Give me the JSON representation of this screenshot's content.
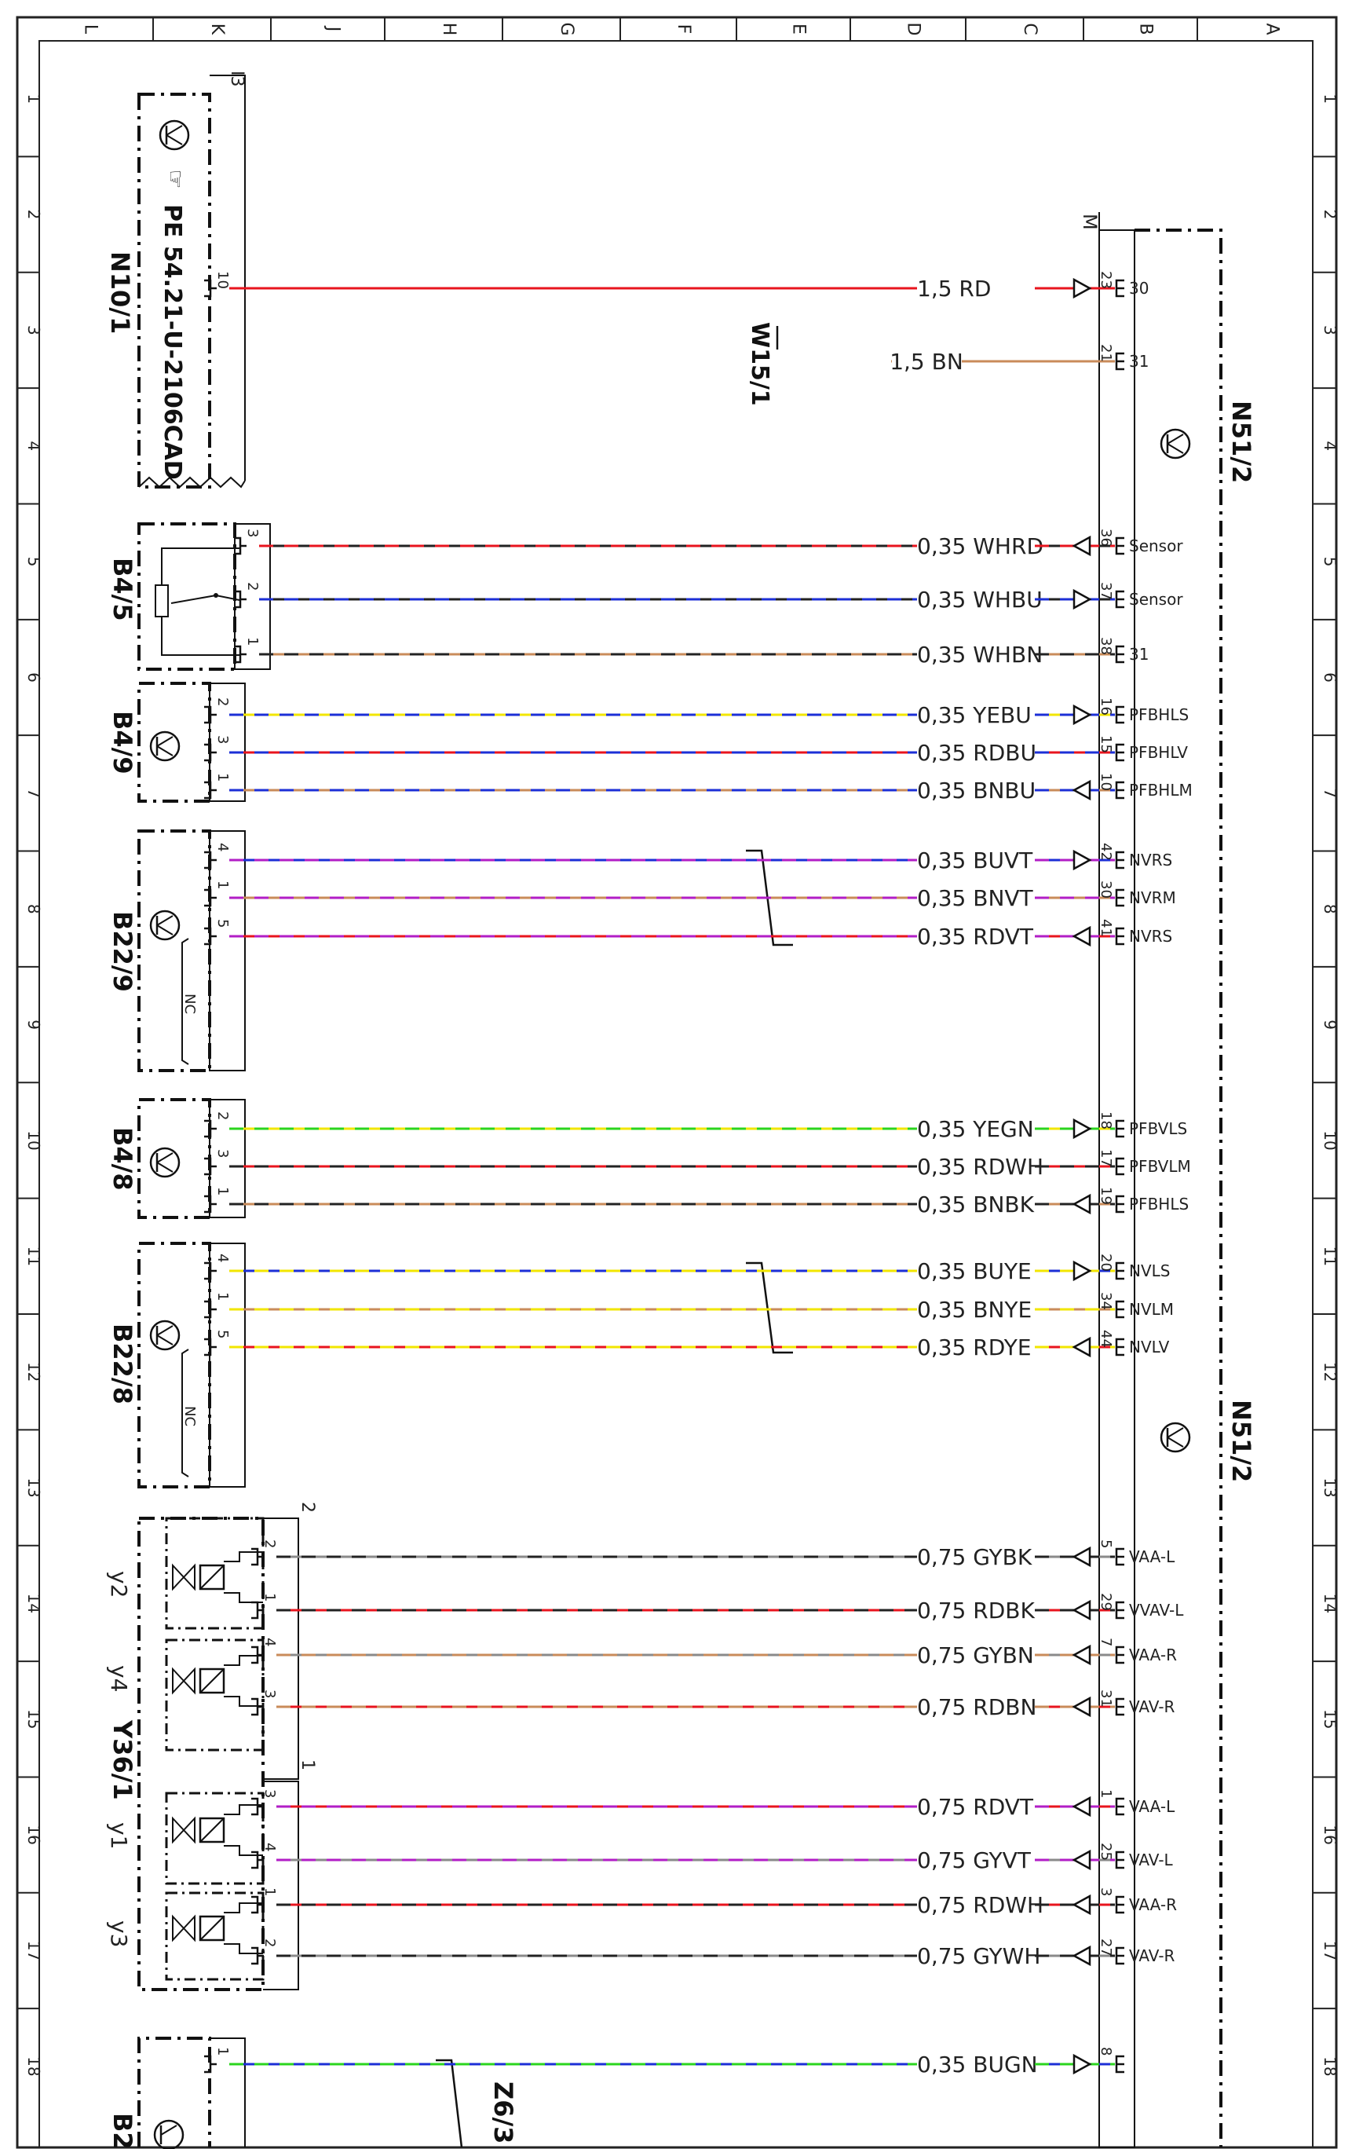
{
  "grid": {
    "cols": [
      "L",
      "K",
      "J",
      "H",
      "G",
      "F",
      "E",
      "D",
      "C",
      "B",
      "A"
    ],
    "rows": [
      "1",
      "2",
      "3",
      "4",
      "5",
      "6",
      "7",
      "8",
      "9",
      "10",
      "11",
      "12",
      "13",
      "14",
      "15",
      "16",
      "17",
      "18"
    ]
  },
  "components": {
    "n10": {
      "name": "N10/1",
      "ref": "PE 54.21-U-2106CAD",
      "connector": "I3",
      "pin": "10"
    },
    "w15": {
      "name": "W15/1"
    },
    "b45": {
      "name": "B4/5"
    },
    "b49": {
      "name": "B4/9"
    },
    "b229": {
      "name": "B22/9",
      "nc": "NC"
    },
    "b48": {
      "name": "B4/8"
    },
    "b228": {
      "name": "B22/8",
      "nc": "NC"
    },
    "y36": {
      "name": "Y36/1",
      "conn2": "2",
      "conn1": "1",
      "y2": "y2",
      "y4": "y4",
      "y1": "y1",
      "y3": "y3"
    },
    "z63": {
      "name": "Z6/3"
    },
    "b2x": {
      "name": "B2"
    },
    "n51a": {
      "name": "N51/2",
      "connector": "M"
    },
    "n51b": {
      "name": "N51/2"
    }
  },
  "wires": [
    {
      "id": "w1",
      "label": "1,5 RD",
      "pin_n": "23",
      "sig": "30",
      "pin_c": "10",
      "colors": [
        "#e8141e"
      ],
      "dir": "out"
    },
    {
      "id": "w2",
      "label": "1,5 BN",
      "pin_n": "21",
      "sig": "31",
      "pin_c": "",
      "colors": [
        "#c98b5a"
      ],
      "dir": "none"
    },
    {
      "id": "w3",
      "label": "0,35 WHRD",
      "pin_n": "36",
      "sig": "Sensor",
      "pin_c": "3",
      "colors": [
        "#222222",
        "#e8141e"
      ],
      "dir": "in"
    },
    {
      "id": "w4",
      "label": "0,35 WHBU",
      "pin_n": "37",
      "sig": "Sensor",
      "pin_c": "2",
      "colors": [
        "#222222",
        "#1c2fd6"
      ],
      "dir": "out"
    },
    {
      "id": "w5",
      "label": "0,35 WHBN",
      "pin_n": "38",
      "sig": "31",
      "pin_c": "1",
      "colors": [
        "#c98b5a",
        "#222222"
      ],
      "dir": "none"
    },
    {
      "id": "w6",
      "label": "0,35 YEBU",
      "pin_n": "16",
      "sig": "PFBHLS",
      "pin_c": "2",
      "colors": [
        "#f2e600",
        "#1c2fd6"
      ],
      "dir": "out"
    },
    {
      "id": "w7",
      "label": "0,35 RDBU",
      "pin_n": "15",
      "sig": "PFBHLV",
      "pin_c": "3",
      "colors": [
        "#e8141e",
        "#1c2fd6"
      ],
      "dir": "none"
    },
    {
      "id": "w8",
      "label": "0,35 BNBU",
      "pin_n": "10",
      "sig": "PFBHLM",
      "pin_c": "1",
      "colors": [
        "#c98b5a",
        "#1c2fd6"
      ],
      "dir": "in"
    },
    {
      "id": "w9",
      "label": "0,35 BUVT",
      "pin_n": "42",
      "sig": "NVRS",
      "pin_c": "4",
      "colors": [
        "#1c2fd6",
        "#b21ec6"
      ],
      "dir": "out"
    },
    {
      "id": "w10",
      "label": "0,35 BNVT",
      "pin_n": "30",
      "sig": "NVRM",
      "pin_c": "1",
      "colors": [
        "#c98b5a",
        "#b21ec6"
      ],
      "dir": "none"
    },
    {
      "id": "w11",
      "label": "0,35 RDVT",
      "pin_n": "41",
      "sig": "NVRS",
      "pin_c": "5",
      "colors": [
        "#e8141e",
        "#b21ec6"
      ],
      "dir": "in"
    },
    {
      "id": "w12",
      "label": "0,35 YEGN",
      "pin_n": "18",
      "sig": "PFBVLS",
      "pin_c": "2",
      "colors": [
        "#f2e600",
        "#2bd41e"
      ],
      "dir": "out"
    },
    {
      "id": "w13",
      "label": "0,35 RDWH",
      "pin_n": "17",
      "sig": "PFBVLM",
      "pin_c": "3",
      "colors": [
        "#e8141e",
        "#222222"
      ],
      "dir": "none"
    },
    {
      "id": "w14",
      "label": "0,35 BNBK",
      "pin_n": "19",
      "sig": "PFBHLS",
      "pin_c": "1",
      "colors": [
        "#c98b5a",
        "#222222"
      ],
      "dir": "in"
    },
    {
      "id": "w15",
      "label": "0,35 BUYE",
      "pin_n": "20",
      "sig": "NVLS",
      "pin_c": "4",
      "colors": [
        "#1c2fd6",
        "#f2e600"
      ],
      "dir": "out"
    },
    {
      "id": "w16",
      "label": "0,35 BNYE",
      "pin_n": "34",
      "sig": "NVLM",
      "pin_c": "1",
      "colors": [
        "#c98b5a",
        "#f2e600"
      ],
      "dir": "none"
    },
    {
      "id": "w17",
      "label": "0,35 RDYE",
      "pin_n": "44",
      "sig": "NVLV",
      "pin_c": "5",
      "colors": [
        "#e8141e",
        "#f2e600"
      ],
      "dir": "in"
    },
    {
      "id": "w18",
      "label": "0,75 GYBK",
      "pin_n": "5",
      "sig": "VAA-L",
      "pin_c": "2",
      "colors": [
        "#8a8a8a",
        "#222222"
      ],
      "dir": "in"
    },
    {
      "id": "w19",
      "label": "0,75 RDBK",
      "pin_n": "29",
      "sig": "VVAV-L",
      "pin_c": "1",
      "colors": [
        "#e8141e",
        "#222222"
      ],
      "dir": "in"
    },
    {
      "id": "w20",
      "label": "0,75 GYBN",
      "pin_n": "7",
      "sig": "VAA-R",
      "pin_c": "4",
      "colors": [
        "#8a8a8a",
        "#c98b5a"
      ],
      "dir": "in"
    },
    {
      "id": "w21",
      "label": "0,75 RDBN",
      "pin_n": "31",
      "sig": "VAV-R",
      "pin_c": "3",
      "colors": [
        "#e8141e",
        "#c98b5a"
      ],
      "dir": "in"
    },
    {
      "id": "w22",
      "label": "0,75 RDVT",
      "pin_n": "1",
      "sig": "VAA-L",
      "pin_c": "3",
      "colors": [
        "#e8141e",
        "#b21ec6"
      ],
      "dir": "in"
    },
    {
      "id": "w23",
      "label": "0,75 GYVT",
      "pin_n": "25",
      "sig": "VAV-L",
      "pin_c": "4",
      "colors": [
        "#8a8a8a",
        "#b21ec6"
      ],
      "dir": "in"
    },
    {
      "id": "w24",
      "label": "0,75 RDWH",
      "pin_n": "3",
      "sig": "VAA-R",
      "pin_c": "1",
      "colors": [
        "#e8141e",
        "#222222"
      ],
      "dir": "in"
    },
    {
      "id": "w25",
      "label": "0,75 GYWH",
      "pin_n": "27",
      "sig": "VAV-R",
      "pin_c": "2",
      "colors": [
        "#8a8a8a",
        "#222222"
      ],
      "dir": "in"
    },
    {
      "id": "w26",
      "label": "0,35 BUGN",
      "pin_n": "8",
      "sig": "",
      "pin_c": "1",
      "colors": [
        "#1c2fd6",
        "#2bd41e"
      ],
      "dir": "out"
    }
  ]
}
